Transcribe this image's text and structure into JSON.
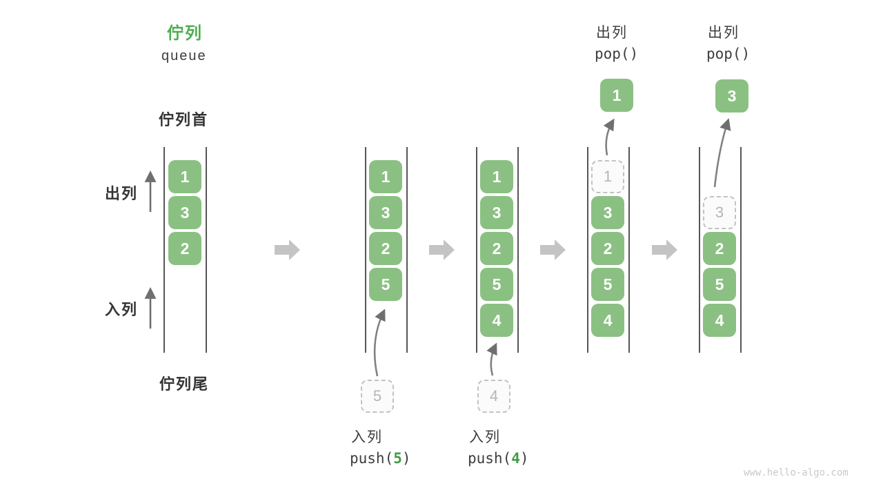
{
  "title": {
    "zh": "佇列",
    "en": "queue"
  },
  "side_labels": {
    "front": "佇列首",
    "dequeue": "出列",
    "enqueue": "入列",
    "rear": "佇列尾"
  },
  "colors": {
    "box_green": "#8BC083",
    "title_green": "#4CAF50",
    "code_arg_green": "#3F9D45",
    "text_dark": "#3D3D3D",
    "ghost_gray": "#B5B5B5",
    "arrow_gray": "#C4C4C4",
    "watermark_gray": "#C9C9C9"
  },
  "watermark": "www.hello-algo.com",
  "states": [
    {
      "name": "initial",
      "boxes": [
        "1",
        "3",
        "2"
      ]
    },
    {
      "name": "after-push-5",
      "boxes": [
        "1",
        "3",
        "2",
        "5"
      ],
      "ghost": "5",
      "op": {
        "label": "入列",
        "code_pre": "push(",
        "code_arg": "5",
        "code_post": ")"
      }
    },
    {
      "name": "after-push-4",
      "boxes": [
        "1",
        "3",
        "2",
        "5",
        "4"
      ],
      "ghost": "4",
      "op": {
        "label": "入列",
        "code_pre": "push(",
        "code_arg": "4",
        "code_post": ")"
      }
    },
    {
      "name": "after-pop-1",
      "boxes": [
        "3",
        "2",
        "5",
        "4"
      ],
      "ghost": "1",
      "popped": "1",
      "op": {
        "label": "出列",
        "code": "pop()"
      }
    },
    {
      "name": "after-pop-3",
      "boxes": [
        "2",
        "5",
        "4"
      ],
      "ghost": "3",
      "popped": "3",
      "op": {
        "label": "出列",
        "code": "pop()"
      }
    }
  ]
}
